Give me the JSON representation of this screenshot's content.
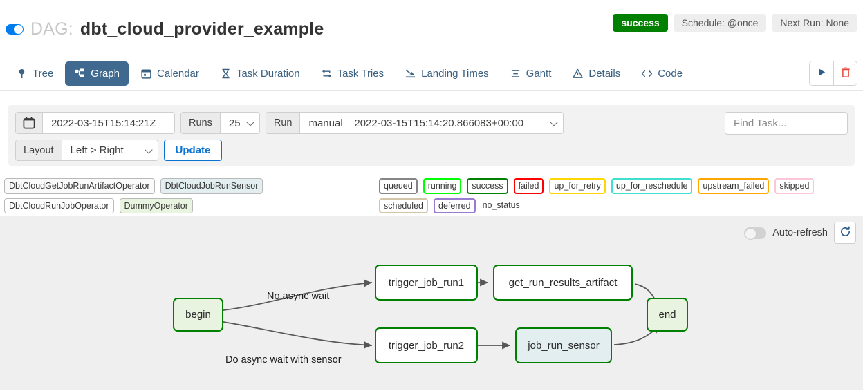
{
  "header": {
    "toggle_name": "dag-pause-toggle",
    "dag_label": "DAG:",
    "dag_name": "dbt_cloud_provider_example",
    "status_badge": "success",
    "schedule_badge": "Schedule: @once",
    "next_run_badge": "Next Run: None"
  },
  "tabs": [
    {
      "label": "Tree",
      "icon": "tree-icon",
      "active": false
    },
    {
      "label": "Graph",
      "icon": "graph-icon",
      "active": true
    },
    {
      "label": "Calendar",
      "icon": "calendar-icon",
      "active": false
    },
    {
      "label": "Task Duration",
      "icon": "hourglass-icon",
      "active": false
    },
    {
      "label": "Task Tries",
      "icon": "retry-icon",
      "active": false
    },
    {
      "label": "Landing Times",
      "icon": "landing-times-icon",
      "active": false
    },
    {
      "label": "Gantt",
      "icon": "gantt-icon",
      "active": false
    },
    {
      "label": "Details",
      "icon": "warning-icon",
      "active": false
    },
    {
      "label": "Code",
      "icon": "code-icon",
      "active": false
    }
  ],
  "toolbar_actions": [
    {
      "name": "trigger-dag-button",
      "icon": "play-icon",
      "color": "#2e5d8c"
    },
    {
      "name": "delete-dag-button",
      "icon": "trash-icon",
      "color": "#e8453c"
    }
  ],
  "filters": {
    "calendar_icon": "calendar-icon",
    "base_date_value": "2022-03-15T15:14:21Z",
    "runs_label": "Runs",
    "runs_value": "25",
    "run_label": "Run",
    "run_value": "manual__2022-03-15T15:14:20.866083+00:00",
    "layout_label": "Layout",
    "layout_value": "Left > Right",
    "update_label": "Update",
    "find_task_placeholder": "Find Task..."
  },
  "legend": {
    "operators": [
      {
        "label": "DbtCloudGetJobRunArtifactOperator",
        "fill": "#fafafa",
        "border": "#b9b9b9"
      },
      {
        "label": "DbtCloudJobRunSensor",
        "fill": "#e2eef0",
        "border": "#b9b9b9"
      },
      {
        "label": "DbtCloudRunJobOperator",
        "fill": "#ffffff",
        "border": "#b9b9b9"
      },
      {
        "label": "DummyOperator",
        "fill": "#e8f3e0",
        "border": "#b9b9b9"
      }
    ],
    "statuses": [
      {
        "label": "queued",
        "border": "#868585",
        "text": "#3a3a3a"
      },
      {
        "label": "running",
        "border": "#00ff00",
        "text": "#3a3a3a"
      },
      {
        "label": "success",
        "border": "#008000",
        "text": "#3a3a3a"
      },
      {
        "label": "failed",
        "border": "#ff0000",
        "text": "#3a3a3a"
      },
      {
        "label": "up_for_retry",
        "border": "#ffd700",
        "text": "#3a3a3a"
      },
      {
        "label": "up_for_reschedule",
        "border": "#40e0d0",
        "text": "#3a3a3a"
      },
      {
        "label": "upstream_failed",
        "border": "#ffa500",
        "text": "#3a3a3a"
      },
      {
        "label": "skipped",
        "border": "#fcc5da",
        "text": "#3a3a3a"
      },
      {
        "label": "scheduled",
        "border": "#d3c5a7",
        "text": "#3a3a3a"
      },
      {
        "label": "deferred",
        "border": "#9a7bd0",
        "text": "#3a3a3a"
      },
      {
        "label": "no_status",
        "border": "none",
        "text": "#3a3a3a"
      }
    ]
  },
  "graph": {
    "auto_refresh_label": "Auto-refresh",
    "auto_refresh_on": false,
    "refresh_icon": "refresh-icon",
    "accent": "#008000",
    "nodes": [
      {
        "id": "begin",
        "label": "begin",
        "fill": "#e8f3e0",
        "border": "#008000"
      },
      {
        "id": "trigger_job_run1",
        "label": "trigger_job_run1",
        "fill": "#ffffff",
        "border": "#008000"
      },
      {
        "id": "get_run_results_artifact",
        "label": "get_run_results_artifact",
        "fill": "#ffffff",
        "border": "#008000"
      },
      {
        "id": "trigger_job_run2",
        "label": "trigger_job_run2",
        "fill": "#ffffff",
        "border": "#008000"
      },
      {
        "id": "job_run_sensor",
        "label": "job_run_sensor",
        "fill": "#e2eef0",
        "border": "#008000"
      },
      {
        "id": "end",
        "label": "end",
        "fill": "#e8f3e0",
        "border": "#008000"
      }
    ],
    "edge_labels": [
      {
        "id": "edge-label-no-async-wait",
        "label": "No async wait"
      },
      {
        "id": "edge-label-async-with-sensor",
        "label": "Do async wait with sensor"
      }
    ]
  }
}
